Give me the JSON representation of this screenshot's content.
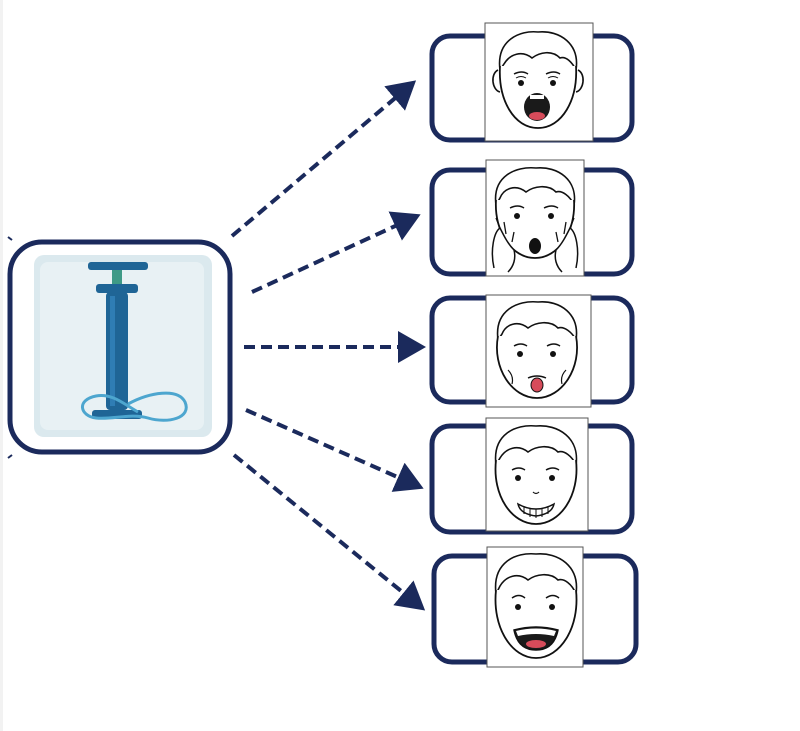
{
  "colors": {
    "frame": "#1b2a5c",
    "arrow": "#1b2a5c",
    "pump_body": "#1f6596",
    "pump_handle_grip": "#3f9a86",
    "pump_hose": "#4da6cf",
    "pump_bg": "#dbe9ee",
    "face_line": "#111111",
    "mouth_red": "#d64b5a"
  },
  "source": {
    "icon": "air-pump-icon"
  },
  "targets": [
    {
      "icon": "face-open-mouth-icon",
      "expression": "open-mouth"
    },
    {
      "icon": "face-hands-cheeks-icon",
      "expression": "hands-on-cheeks-o-mouth"
    },
    {
      "icon": "face-tongue-out-icon",
      "expression": "tongue-out-puffed-cheeks"
    },
    {
      "icon": "face-teeth-grin-icon",
      "expression": "teeth-grin"
    },
    {
      "icon": "face-wide-smile-icon",
      "expression": "wide-open-smile"
    }
  ]
}
